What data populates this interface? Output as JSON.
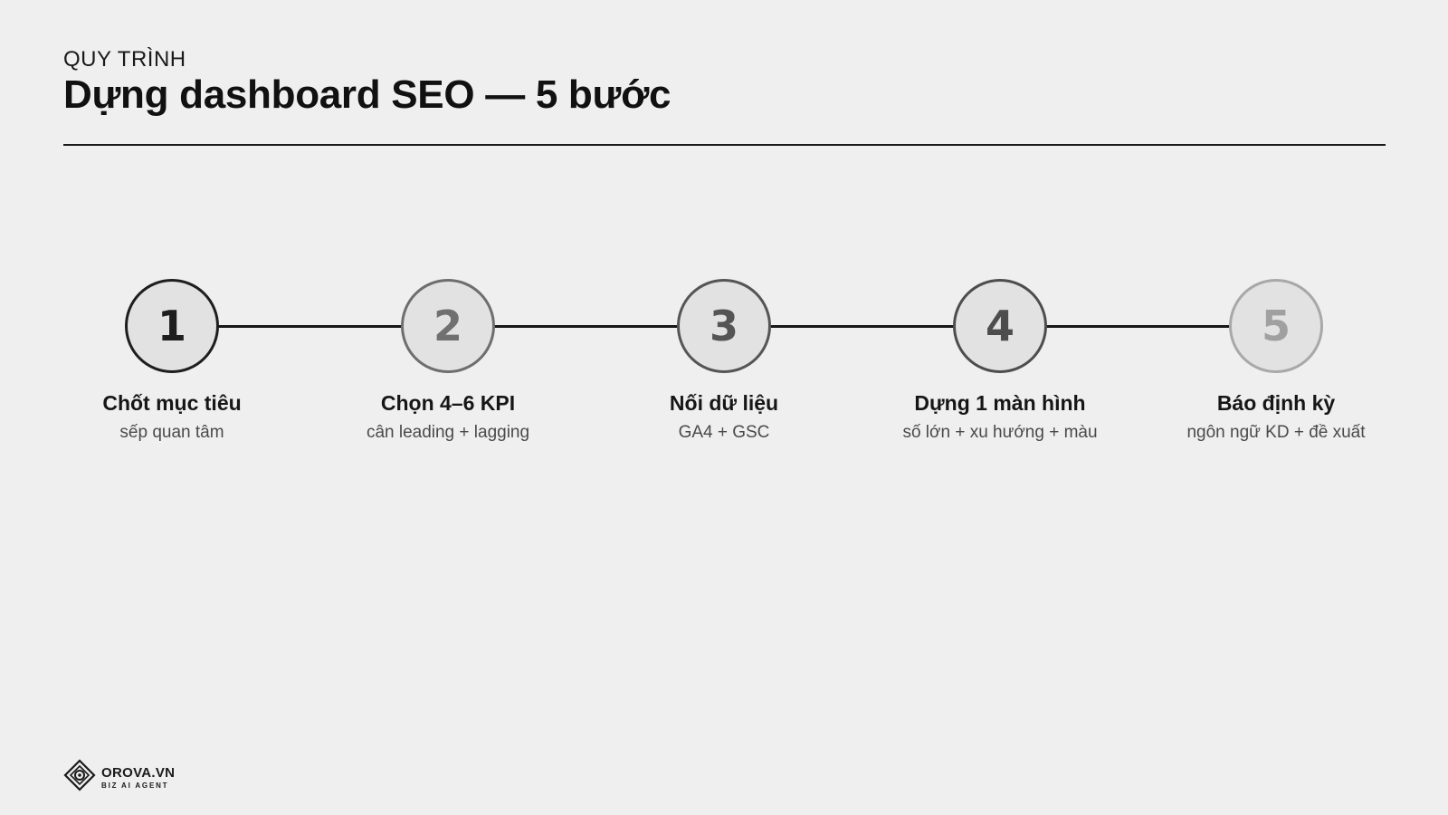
{
  "header": {
    "eyebrow": "QUY TRÌNH",
    "title": "Dựng dashboard SEO — 5 bước"
  },
  "steps": [
    {
      "number": "1",
      "title": "Chốt mục tiêu",
      "subtitle": "sếp quan tâm",
      "ring_color": "#1e1e1e",
      "number_color": "#1e1e1e"
    },
    {
      "number": "2",
      "title": "Chọn 4–6 KPI",
      "subtitle": "cân leading + lagging",
      "ring_color": "#6e6e6e",
      "number_color": "#707070"
    },
    {
      "number": "3",
      "title": "Nối dữ liệu",
      "subtitle": "GA4 + GSC",
      "ring_color": "#555555",
      "number_color": "#555555"
    },
    {
      "number": "4",
      "title": "Dựng 1 màn hình",
      "subtitle": "số lớn + xu hướng + màu",
      "ring_color": "#4d4d4d",
      "number_color": "#4d4d4d"
    },
    {
      "number": "5",
      "title": "Báo định kỳ",
      "subtitle": "ngôn ngữ KD + đề xuất",
      "ring_color": "#a8a8a8",
      "number_color": "#a0a0a0"
    }
  ],
  "brand": {
    "name": "OROVA.VN",
    "tagline": "BIZ AI AGENT",
    "icon": "orova-logo-icon"
  }
}
